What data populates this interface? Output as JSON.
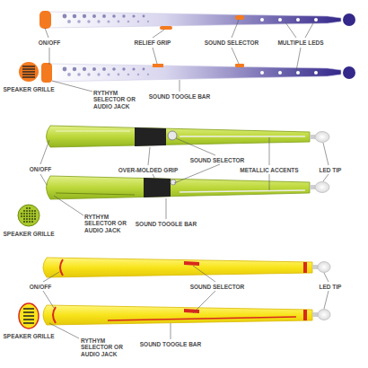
{
  "diagram": {
    "labels": [
      "ON/OFF",
      "RELIEF GRIP",
      "SOUND SELECTOR",
      "MULTIPLE LEDS",
      "SPEAKER GRILLE",
      "RYTHYM SELECTOR OR AUDIO JACK",
      "SOUND TOOGLE BAR",
      "ON/OFF",
      "OVER-MOLDED GRIP",
      "SOUND SELECTOR",
      "METALLIC ACCENTS",
      "LED TIP",
      "SPEAKER GRILLE",
      "RYTHYM SELECTOR OR AUDIO JACK",
      "SOUND TOOGLE BAR",
      "ON/OFF",
      "SOUND SELECTOR",
      "LED TIP",
      "SPEAKER GRILLE",
      "RYTHYM SELECTOR OR AUDIO JACK",
      "SOUND TOOGLE BAR"
    ]
  }
}
